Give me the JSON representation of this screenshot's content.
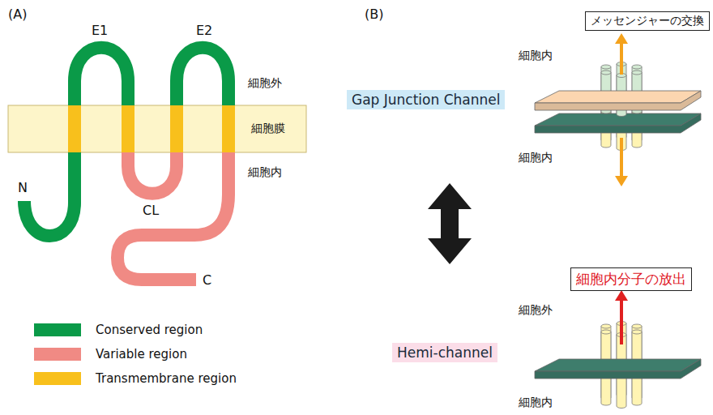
{
  "diagram": {
    "nodes": [
      {
        "text": [
          "細胞膜"
        ]
      },
      {
        "text": [
          "メッセンジャーの交換"
        ]
      },
      {
        "text": [
          "Gap Junction Channel"
        ]
      },
      {
        "text": [
          "細胞内分子の放出"
        ]
      },
      {
        "text": [
          "Hemi-channel"
        ]
      }
    ],
    "labels": [
      "(A)",
      "E1",
      "E2",
      "細胞外",
      "細胞内",
      "N",
      "CL",
      "C",
      "(B)",
      "細胞内",
      "細胞内",
      "細胞外",
      "細胞内"
    ],
    "legend": [
      {
        "text": "Conserved region",
        "color": "#0a9a48"
      },
      {
        "text": "Variable region",
        "color": "#f08a84"
      },
      {
        "text": "Transmembrane region",
        "color": "#f8c01c"
      }
    ]
  }
}
